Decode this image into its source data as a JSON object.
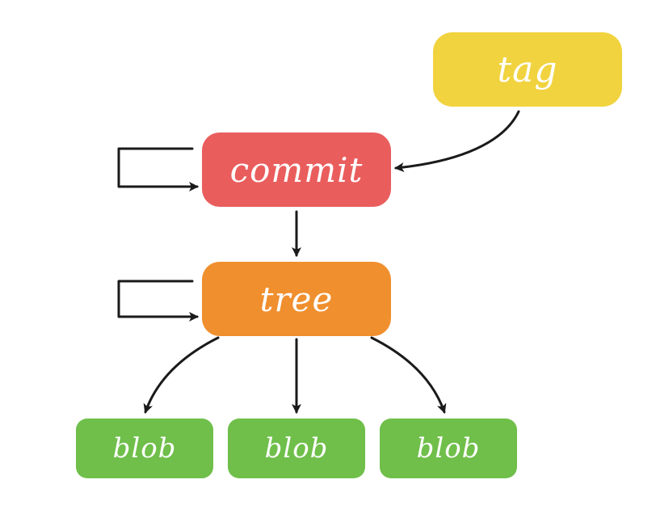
{
  "colors": {
    "tag": "#f1d33f",
    "commit": "#ea5d5d",
    "tree": "#f08f2e",
    "blob": "#6fbf4a",
    "edge": "#1a1a1a",
    "text": "#ffffff"
  },
  "nodes": {
    "tag": {
      "label": "tag"
    },
    "commit": {
      "label": "commit"
    },
    "tree": {
      "label": "tree"
    },
    "blobs": [
      {
        "label": "blob"
      },
      {
        "label": "blob"
      },
      {
        "label": "blob"
      }
    ]
  },
  "edges": [
    {
      "from": "tag",
      "to": "commit"
    },
    {
      "from": "commit",
      "to": "commit"
    },
    {
      "from": "commit",
      "to": "tree"
    },
    {
      "from": "tree",
      "to": "tree"
    },
    {
      "from": "tree",
      "to": "blob-1"
    },
    {
      "from": "tree",
      "to": "blob-2"
    },
    {
      "from": "tree",
      "to": "blob-3"
    }
  ]
}
